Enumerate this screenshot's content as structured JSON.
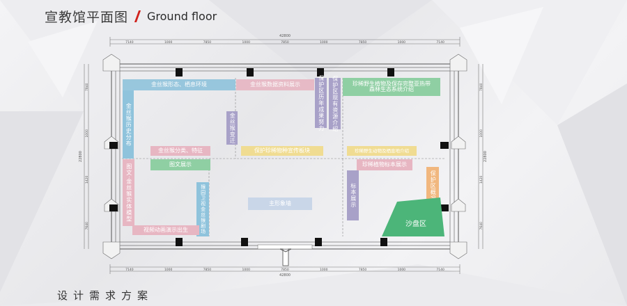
{
  "title": {
    "zh": "宣教馆平面图",
    "en": "Ground floor"
  },
  "footer": "设计需求方案",
  "colors": {
    "blue": "#8fc3dc",
    "pink": "#e7b6c2",
    "purple": "#a8a1c8",
    "yellow": "#f0dc92",
    "green": "#8fcfa3",
    "orange": "#f1b77e",
    "sand_table": "#4cb579",
    "accent": "#d0211c"
  },
  "dims": {
    "total_top": "42800",
    "total_bottom": "42800",
    "top": [
      "7140",
      "1000",
      "7850",
      "1000",
      "7850",
      "1000",
      "7850",
      "1000",
      "7140"
    ],
    "bottom": [
      "7140",
      "1000",
      "7850",
      "1000",
      "7850",
      "1000",
      "7850",
      "1000",
      "7140"
    ],
    "left_total": "22800",
    "right_total": "22800",
    "left": [
      "7840",
      "1000",
      "1420",
      "7640"
    ],
    "right": [
      "7840",
      "1000",
      "1420",
      "7640"
    ]
  },
  "zones": {
    "jinsi_habitat": "金丝猴形态、栖息环境",
    "jinsi_data": "金丝猴数据资料展示",
    "protected_history": "保护区历年成果努力",
    "protected_resources": "保护区现有资源介绍",
    "rare_plants_rainforest_1": "珍稀野生植物及保存完整亚热带",
    "rare_plants_rainforest_2": "森林生态系统介绍",
    "jinsi_history": "金丝猴历史分布",
    "jinsi_change": "金丝猴变迁",
    "jinsi_classification": "金丝猴分类、特征",
    "protected_species": "保护珍稀物种宣传板块",
    "rare_animals": "珍稀野生动物及栖息地介绍",
    "picture_text_display": "图文展示",
    "picture_text_specimen": "图文·金丝猴实体模型",
    "rare_plant_specimen": "珍稀植物标本展示",
    "specimen_display": "标本展示",
    "protected_overview": "保护区概况",
    "guardian_story": "猴园卫视金丝猴剧场",
    "main_wall": "主形象墙",
    "sand_table": "沙盘区",
    "video_animation": "视频动画演示出生"
  }
}
